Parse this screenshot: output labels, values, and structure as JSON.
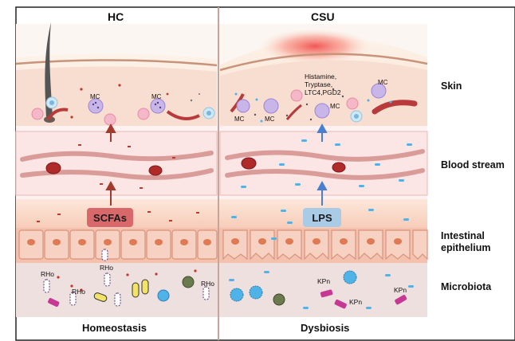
{
  "columns": {
    "left_title": "HC",
    "right_title": "CSU",
    "left_footer": "Homeostasis",
    "right_footer": "Dysbiosis"
  },
  "layers": {
    "skin": "Skin",
    "blood": "Blood stream",
    "epithelium_line1": "Intestinal",
    "epithelium_line2": "epithelium",
    "microbiota": "Microbiota"
  },
  "badges": {
    "left": "SCFAs",
    "right": "LPS"
  },
  "labels": {
    "mc": "MC",
    "mediators_line1": "Histamine,",
    "mediators_line2": "Tryptase,",
    "mediators_line3": "LTC4,PGD2",
    "rho": "RHo",
    "kpn": "KPn"
  },
  "colors": {
    "skin_bg": "#f9e6dc",
    "blood_bg": "#fbeaea",
    "gut_bg": "#fbe0d2",
    "micro_bg": "#eeddde",
    "divider": "#c9a39a",
    "scfa_badge": "#d9686b",
    "lps_badge": "#a9cbe6",
    "arrow_left": "#a33a2e",
    "arrow_right": "#4a7fd0",
    "lps_particle": "#4fb3e8",
    "scfa_particle": "#c0392b"
  }
}
